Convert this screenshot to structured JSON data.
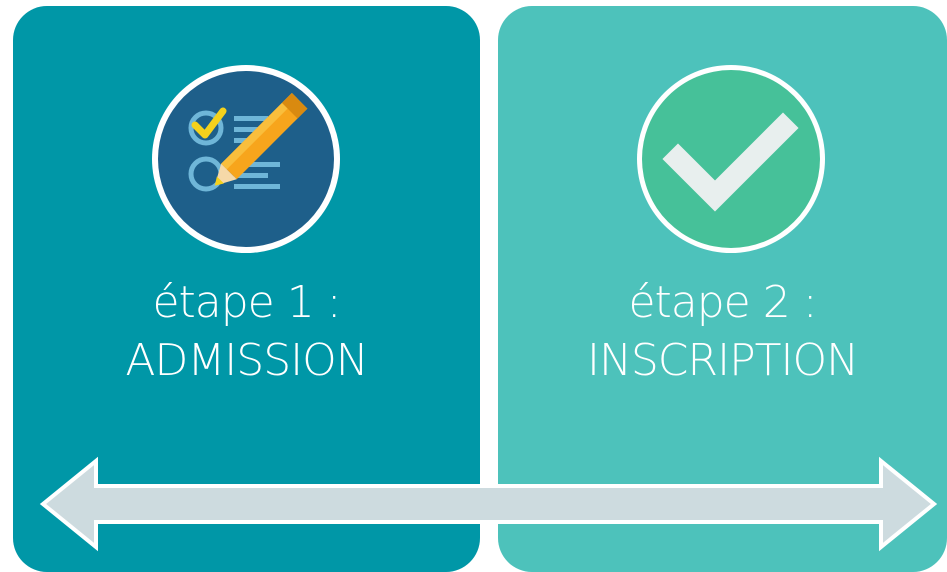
{
  "steps": [
    {
      "line1": "étape 1 :",
      "line2": "ADMISSION",
      "icon": "checklist-pencil-icon",
      "color": "#0097a7"
    },
    {
      "line1": "étape 2 :",
      "line2": "INSCRIPTION",
      "icon": "checkmark-icon",
      "color": "#4dc2bb"
    }
  ],
  "arrow": {
    "icon": "double-arrow-icon",
    "color": "#cddbdf"
  }
}
